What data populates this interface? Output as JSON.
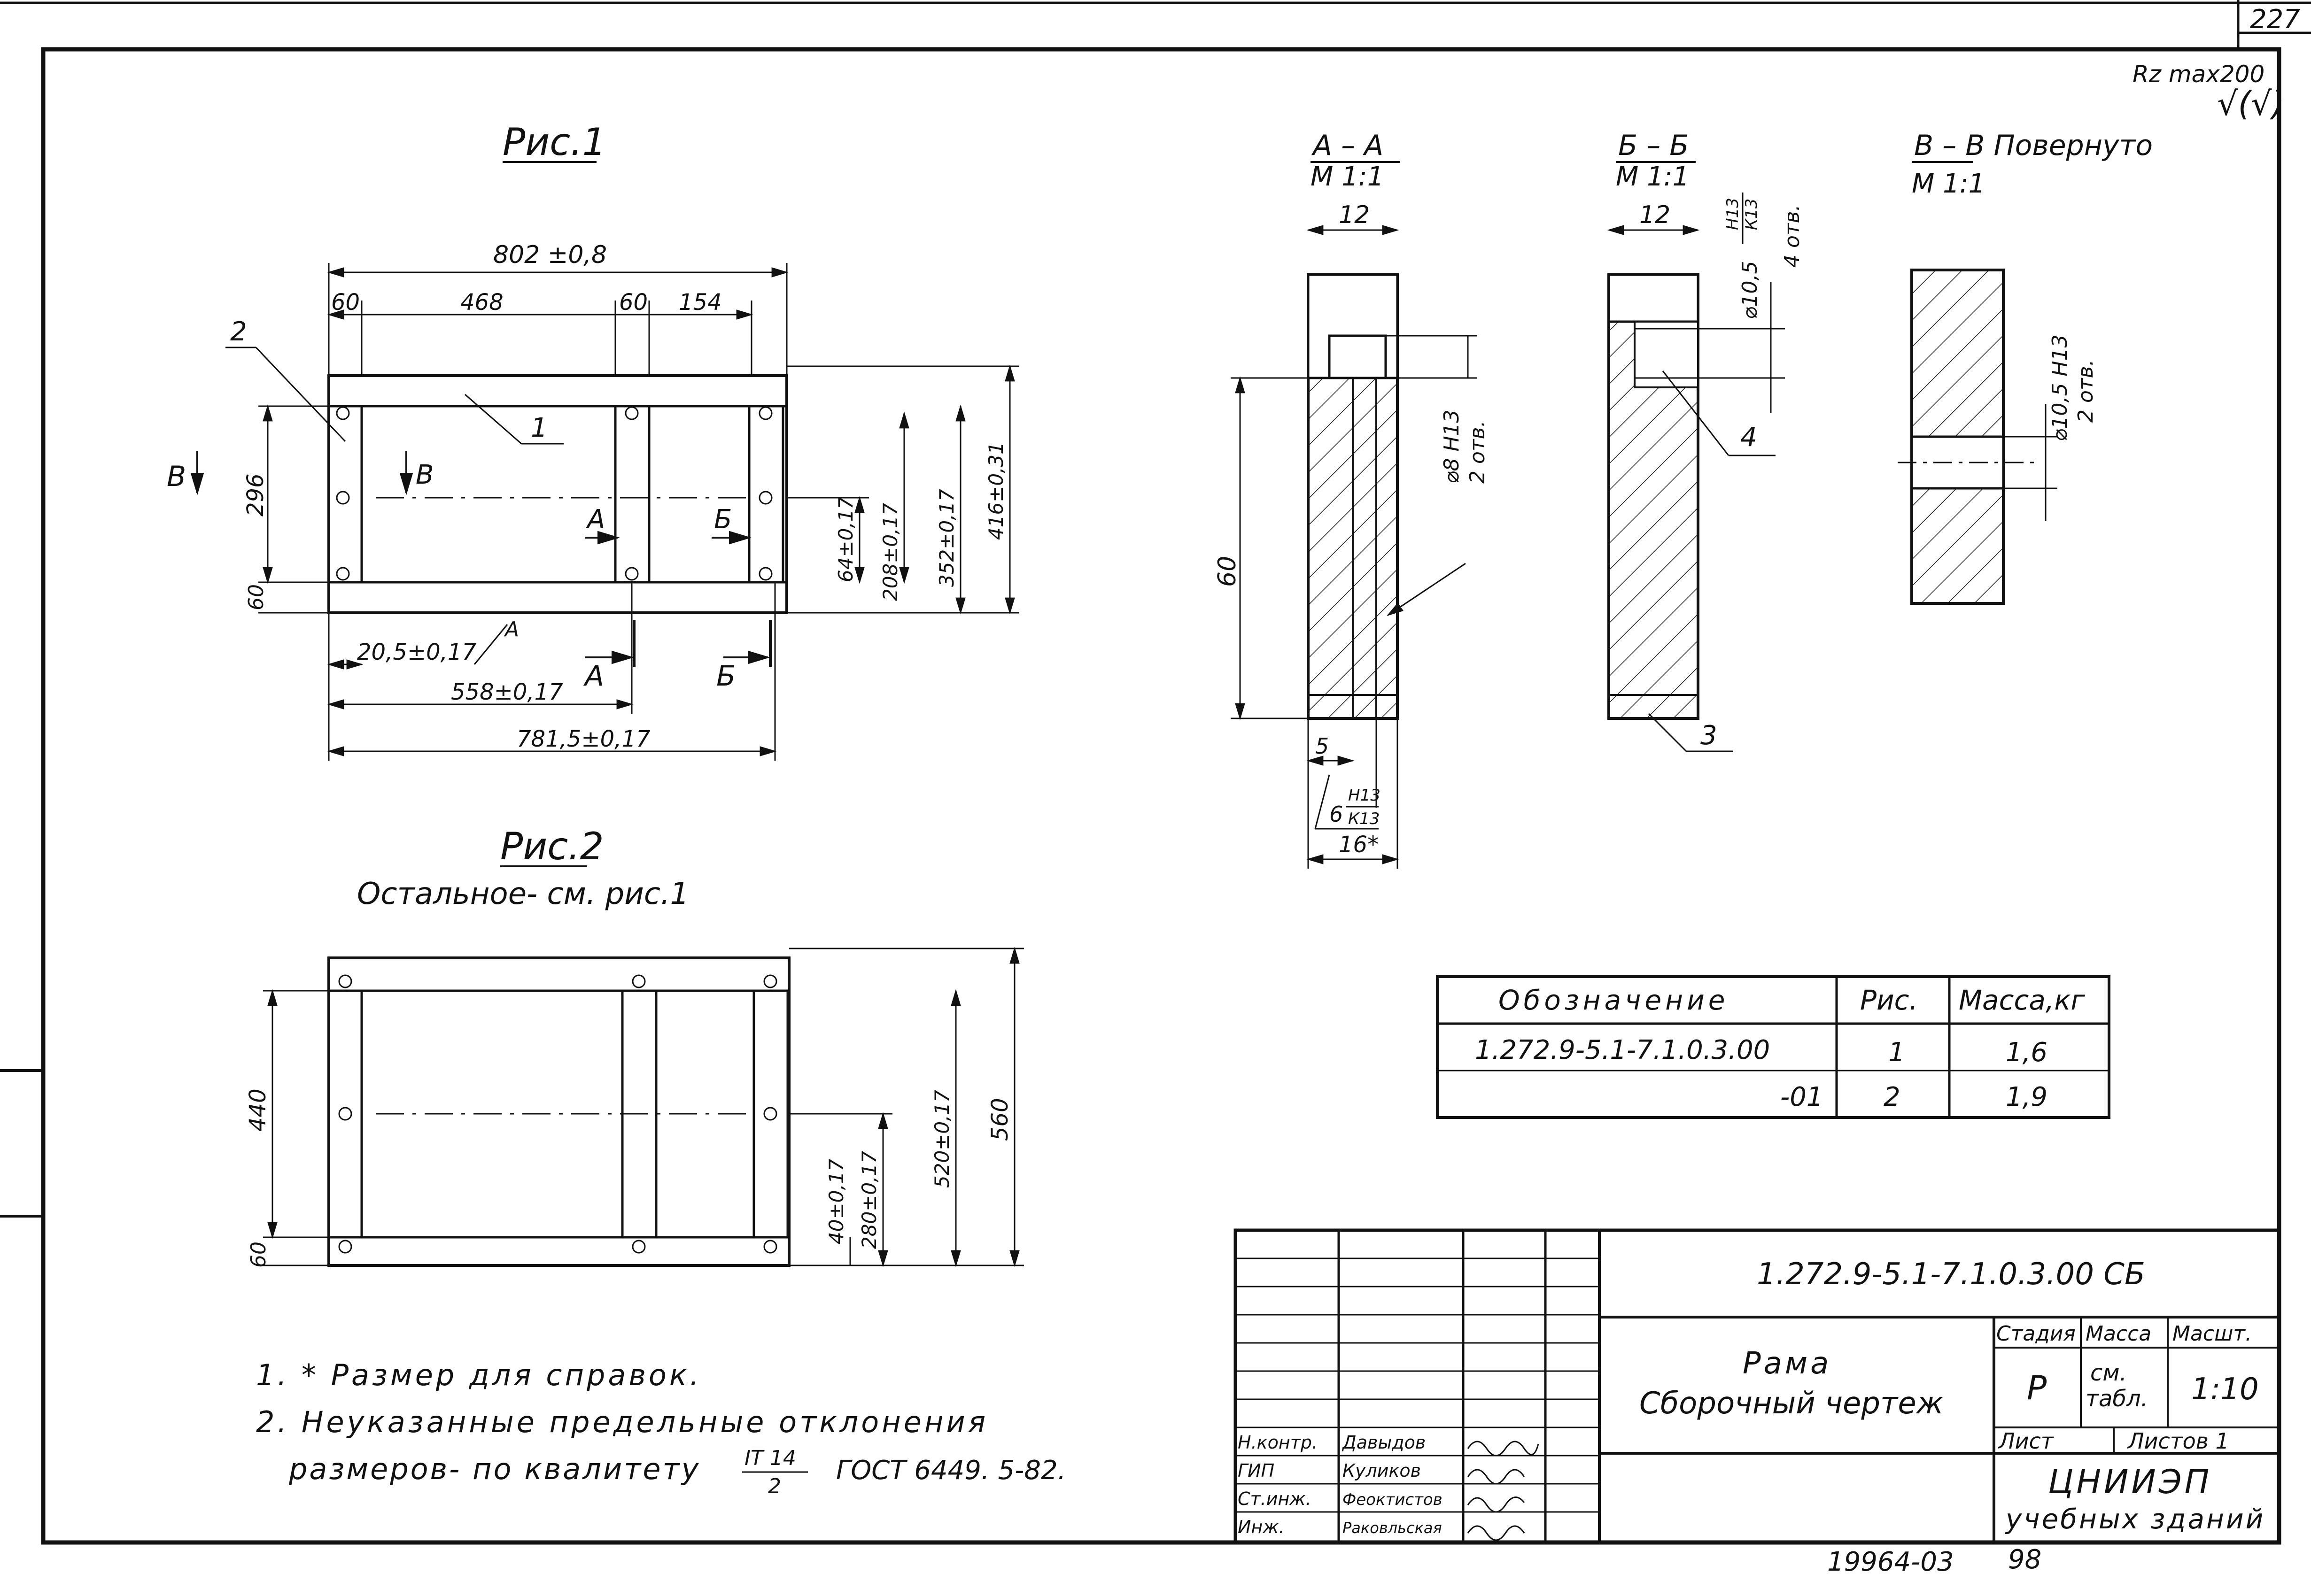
{
  "sheet": {
    "page_number": "227",
    "roughness": "Rz max200",
    "roughness_mark": "√(√)",
    "footer_number": "19964-03",
    "footer_page": "98"
  },
  "fig1": {
    "title": "Рис.1",
    "dims": {
      "overall": "802 ±0,8",
      "a": "60",
      "b": "468",
      "c": "60",
      "d": "154",
      "h296": "296",
      "h60": "60",
      "v1": "64±0,17",
      "v2": "208±0,17",
      "v3": "352±0,17",
      "v4": "416±0,31",
      "b1": "20,5±0,17",
      "b2": "558±0,17",
      "b3": "781,5±0,17"
    },
    "callouts": [
      "2",
      "1"
    ],
    "section_marks": {
      "b": "В",
      "a": "А",
      "bb": "Б"
    }
  },
  "fig2": {
    "title": "Рис.2",
    "subtitle": "Остальное- см. рис.1",
    "dims": {
      "h440": "440",
      "h60": "60",
      "v1": "40±0,17",
      "v2": "280±0,17",
      "v3": "520±0,17",
      "v4": "560"
    }
  },
  "section_aa": {
    "title": "А – А",
    "scale": "М 1:1",
    "dims": {
      "w": "12",
      "h": "60",
      "hole": "⌀8 Н13",
      "holes_count": "2 отв.",
      "d5": "5",
      "d6": "6",
      "d6_tol_top": "Н13",
      "d6_tol_bot": "К13",
      "d16": "16*"
    }
  },
  "section_bb": {
    "title": "Б – Б",
    "scale": "М 1:1",
    "dims": {
      "w": "12",
      "hole": "⌀10,5",
      "tol_top": "Н13",
      "tol_bot": "К13",
      "holes_count": "4 отв."
    },
    "callouts": [
      "4",
      "3"
    ]
  },
  "section_vv": {
    "title": "В – В Повернуто",
    "scale": "М 1:1",
    "dims": {
      "hole": "⌀10,5 Н13",
      "holes_count": "2 отв."
    }
  },
  "table": {
    "headers": [
      "Обозначение",
      "Рис.",
      "Масса,кг"
    ],
    "rows": [
      [
        "1.272.9-5.1-7.1.0.3.00",
        "1",
        "1,6"
      ],
      [
        "-01",
        "2",
        "1,9"
      ]
    ]
  },
  "notes": [
    "1. * Размер для справок.",
    "2. Неуказанные предельные отклонения",
    "размеров- по квалитету",
    "IT 14",
    "2",
    "ГОСТ 6449. 5-82."
  ],
  "title_block": {
    "code": "1.272.9-5.1-7.1.0.3.00 СБ",
    "name1": "Рама",
    "name2": "Сборочный чертеж",
    "stage_label": "Стадия",
    "mass_label": "Масса",
    "scale_label": "Масшт.",
    "stage": "Р",
    "mass_value1": "см.",
    "mass_value2": "табл.",
    "scale": "1:10",
    "sheet_label": "Лист",
    "sheets_label": "Листов 1",
    "org1": "ЦНИИЭП",
    "org2": "учебных зданий",
    "roles": [
      "Н.контр.",
      "ГИП",
      "Ст.инж.",
      "Инж."
    ],
    "names": [
      "Давыдов",
      "Куликов",
      "Феоктистов",
      "Раковльская"
    ]
  }
}
